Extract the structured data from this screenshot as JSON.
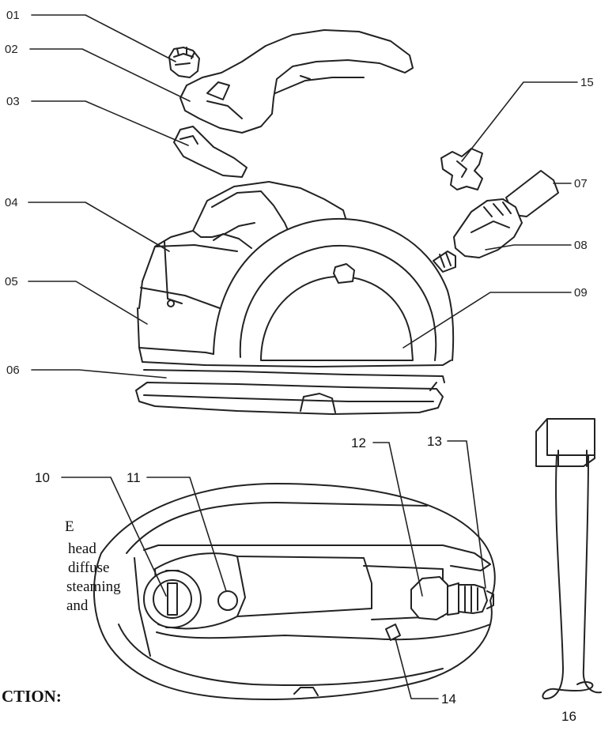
{
  "labels": {
    "p01": "01",
    "p02": "02",
    "p03": "03",
    "p04": "04",
    "p05": "05",
    "p06": "06",
    "p07": "07",
    "p08": "08",
    "p09": "09",
    "p10": "10",
    "p11": "11",
    "p12": "12",
    "p13": "13",
    "p14": "14",
    "p15": "15",
    "p16": "16"
  },
  "side_text": {
    "line1": "E",
    "line2": "head",
    "line3": "diffuse",
    "line4": "steaming",
    "line5": "and",
    "heading": "CTION:"
  }
}
